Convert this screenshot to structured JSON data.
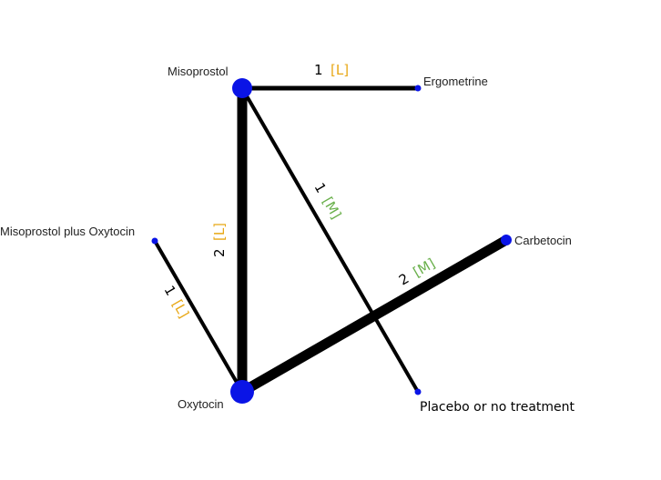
{
  "colors": {
    "node": "#0a14e6",
    "edge": "#000000",
    "grade_L": "#e8a817",
    "grade_M": "#6ab04c"
  },
  "nodes": [
    {
      "id": "misoprostol",
      "label": "Misoprostol",
      "size": "large"
    },
    {
      "id": "ergometrine",
      "label": "Ergometrine",
      "size": "small"
    },
    {
      "id": "misoprostol_plus_oxytocin",
      "label": "Misoprostol plus Oxytocin",
      "size": "small"
    },
    {
      "id": "carbetocin",
      "label": "Carbetocin",
      "size": "medium"
    },
    {
      "id": "oxytocin",
      "label": "Oxytocin",
      "size": "large"
    },
    {
      "id": "placebo",
      "label": "Placebo or no treatment",
      "size": "small"
    }
  ],
  "edges": [
    {
      "id": "misoprostol-ergometrine",
      "from": "misoprostol",
      "to": "ergometrine",
      "studies": "1",
      "grade": "[L]",
      "grade_level": "L"
    },
    {
      "id": "misoprostol-oxytocin",
      "from": "misoprostol",
      "to": "oxytocin",
      "studies": "2",
      "grade": "[L]",
      "grade_level": "L"
    },
    {
      "id": "misoprostol-placebo",
      "from": "misoprostol",
      "to": "placebo",
      "studies": "1",
      "grade": "[M]",
      "grade_level": "M"
    },
    {
      "id": "oxytocin-carbetocin",
      "from": "oxytocin",
      "to": "carbetocin",
      "studies": "2",
      "grade": "[M]",
      "grade_level": "M"
    },
    {
      "id": "misoprostolplusoxytocin-oxytocin",
      "from": "misoprostol_plus_oxytocin",
      "to": "oxytocin",
      "studies": "1",
      "grade": "[L]",
      "grade_level": "L"
    }
  ]
}
